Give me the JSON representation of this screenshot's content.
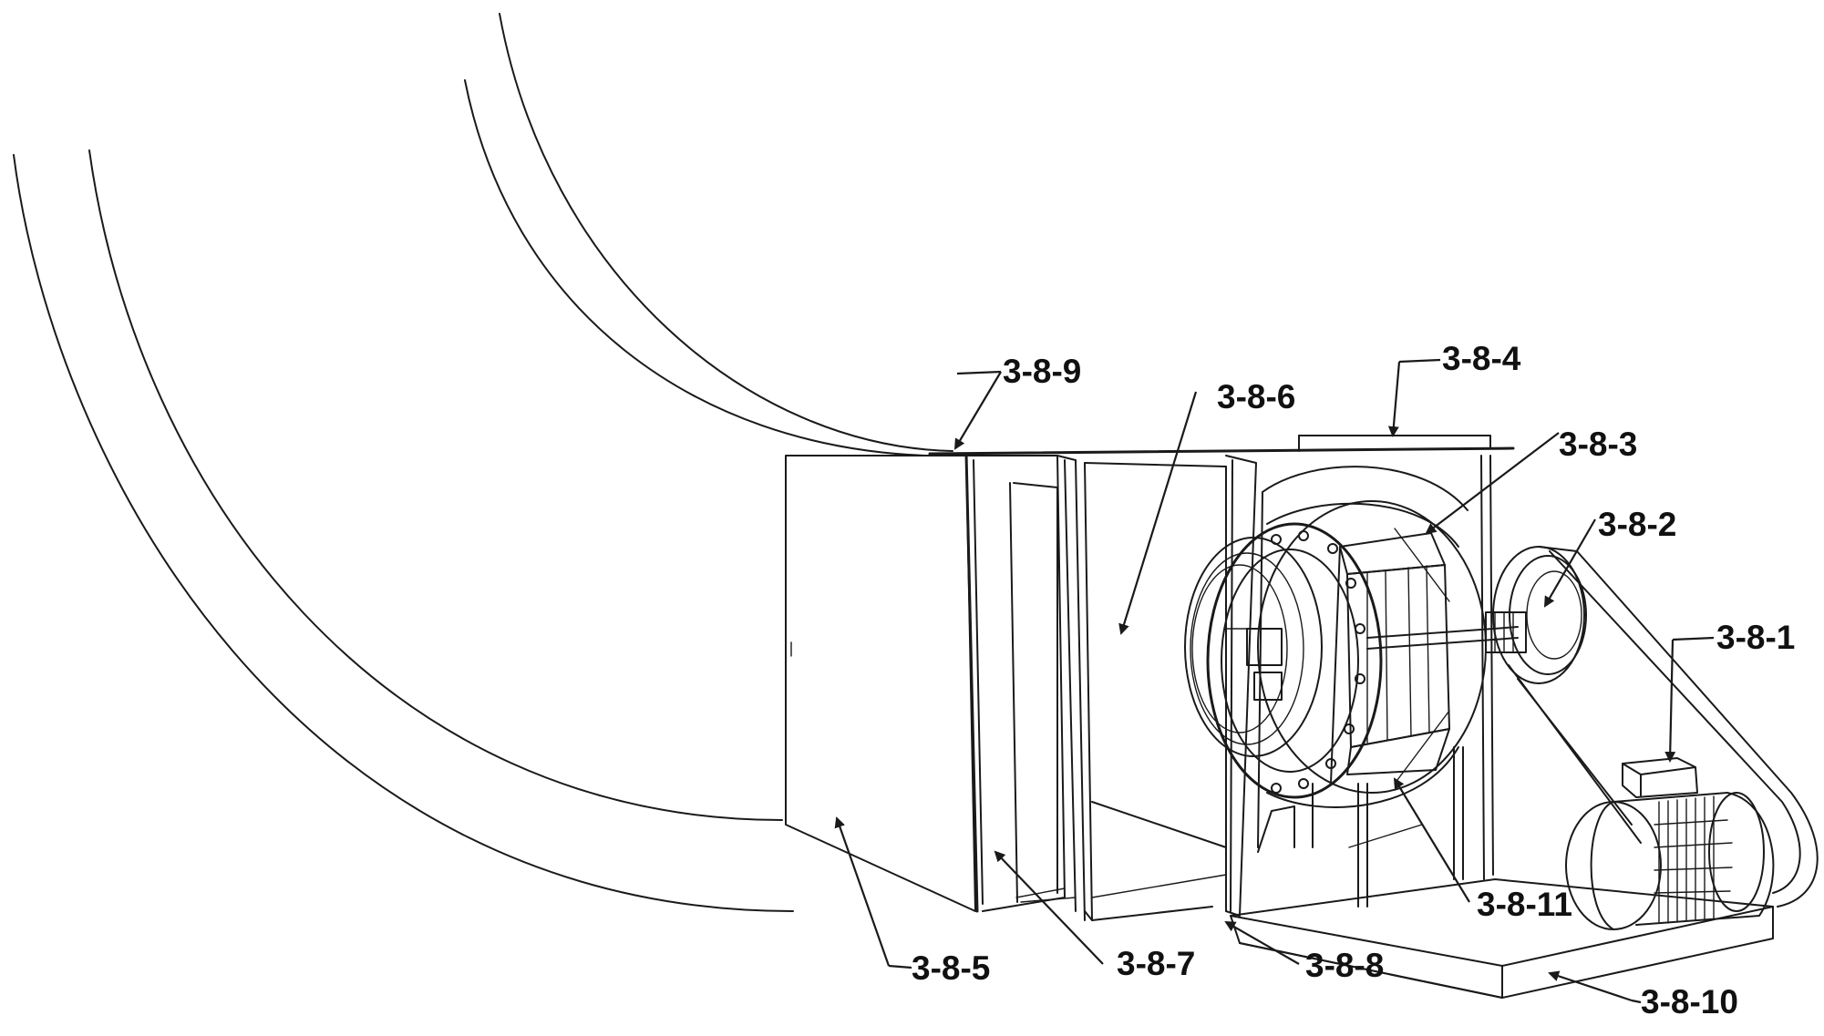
{
  "labels": {
    "l_3_8_1": "3-8-1",
    "l_3_8_2": "3-8-2",
    "l_3_8_3": "3-8-3",
    "l_3_8_4": "3-8-4",
    "l_3_8_5": "3-8-5",
    "l_3_8_6": "3-8-6",
    "l_3_8_7": "3-8-7",
    "l_3_8_8": "3-8-8",
    "l_3_8_9": "3-8-9",
    "l_3_8_10": "3-8-10",
    "l_3_8_11": "3-8-11"
  },
  "style": {
    "line_color": "#1a1a1a",
    "background": "#ffffff"
  }
}
